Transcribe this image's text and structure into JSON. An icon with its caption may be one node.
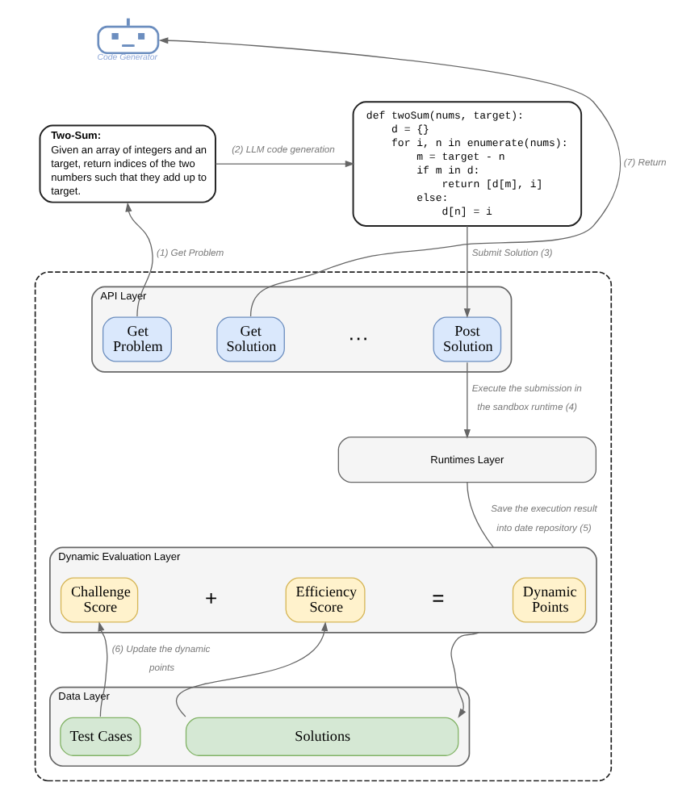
{
  "diagram": {
    "nodes": [
      {
        "text": [],
        "shape": "picture",
        "beside": [
          "Code Generator"
        ]
      },
      {
        "text": [
          "Two-Sum:",
          "Given an array of integers and an target, return indices of the two numbers such that they add up to target."
        ]
      },
      {
        "text": [
          "def twoSum(nums, target):",
          "d = {}",
          "for i, n in enumerate(nums):",
          "m = target - n",
          "if m in d:",
          "return [d[m], i]",
          "else:",
          "d[n] = i"
        ]
      },
      {
        "text": [],
        "shape": "box"
      },
      {
        "text": [
          "API Layer"
        ],
        "in": 3
      },
      {
        "text": [
          "Get Problem"
        ],
        "in": 4
      },
      {
        "text": [
          "Get Solution"
        ],
        "in": 4
      },
      {
        "text": [
          "Post Solution"
        ],
        "in": 4
      },
      {
        "text": [
          "Runtimes Layer"
        ],
        "in": 3
      },
      {
        "text": [
          "Dynamic Evaluation Layer"
        ],
        "in": 3
      },
      {
        "text": [
          "Challenge Score"
        ],
        "in": 9
      },
      {
        "text": [
          "Efficiency Score"
        ],
        "in": 9
      },
      {
        "text": [
          "Dynamic Points"
        ],
        "in": 9
      },
      {
        "text": [
          "Data Layer"
        ],
        "in": 3
      },
      {
        "text": [
          "Test Cases"
        ],
        "in": 13
      },
      {
        "text": [
          "Solutions"
        ],
        "in": 13
      }
    ],
    "edges": [
      {
        "from": 5,
        "to": 1,
        "arrow": "to",
        "label": "(1) Get Problem"
      },
      {
        "from": 1,
        "to": 2,
        "arrow": "to",
        "label": "(2) LLM code generation"
      },
      {
        "from": 2,
        "to": 7,
        "arrow": "to",
        "label": "Submit Solution (3)"
      },
      {
        "from": 7,
        "to": 8,
        "arrow": "to",
        "label": "Execute the submission in the sandbox runtime (4)"
      },
      {
        "from": 8,
        "to": 9,
        "arrow": "none",
        "label": "Save the execution result into date repository (5)"
      },
      {
        "from": 9,
        "to": 15,
        "arrow": "to"
      },
      {
        "from": 14,
        "to": 10,
        "arrow": "to",
        "label": "(6) Update the dynamic points"
      },
      {
        "from": 15,
        "to": 11,
        "arrow": "to"
      },
      {
        "from": 6,
        "to": 0,
        "arrow": "to",
        "label": "(7) Return"
      }
    ],
    "labels": [
      "···",
      "+",
      "="
    ]
  }
}
